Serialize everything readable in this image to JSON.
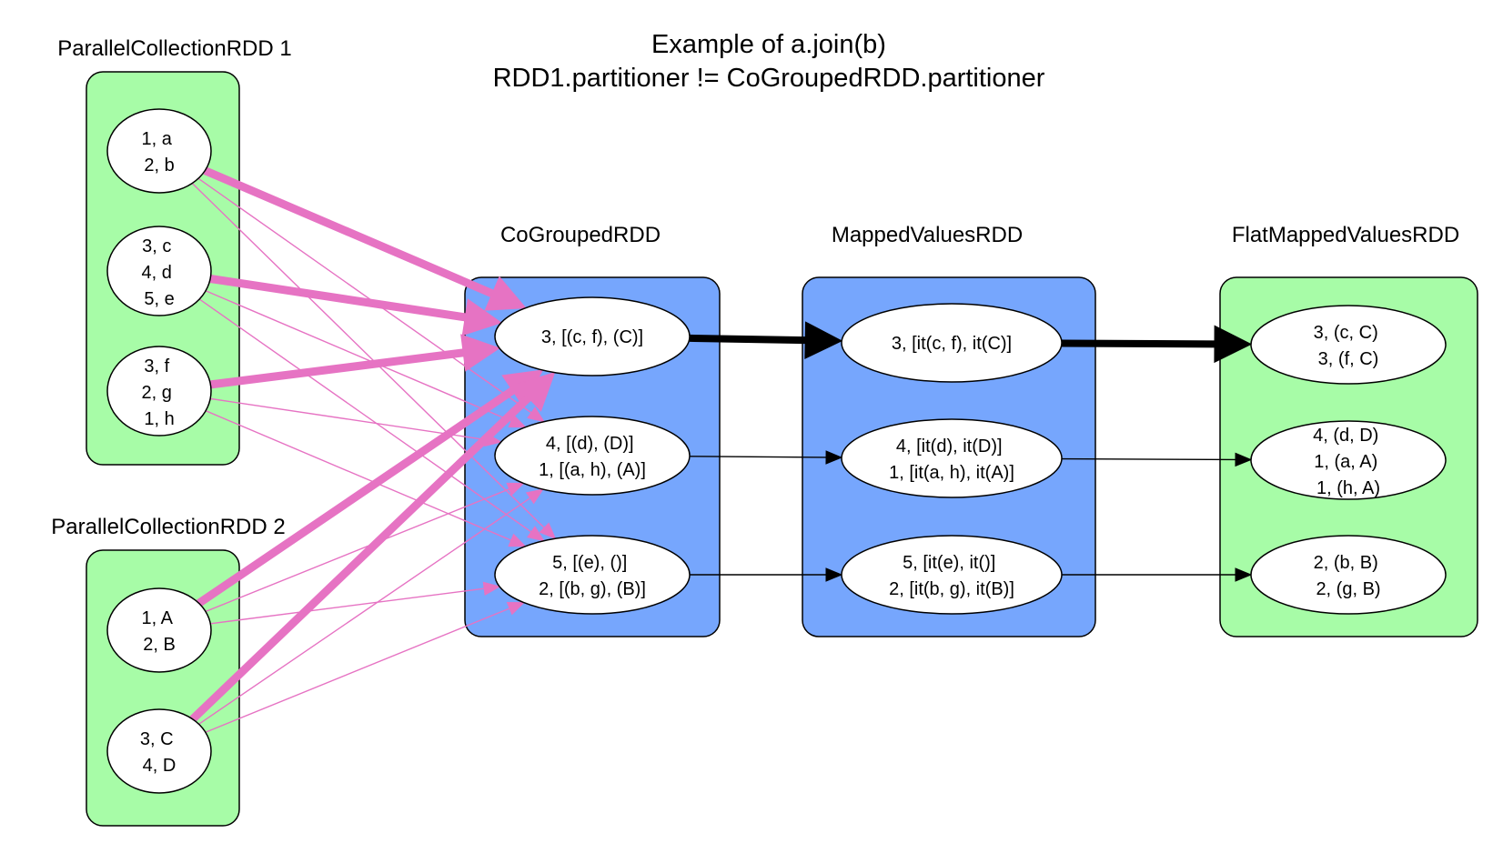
{
  "title": {
    "line1": "Example of a.join(b)",
    "line2": "RDD1.partitioner != CoGroupedRDD.partitioner"
  },
  "colors": {
    "green_box": "#a7fca7",
    "blue_box": "#76a6fd",
    "shuffle_edge": "#e673c3",
    "narrow_edge": "#000000"
  },
  "rdds": [
    {
      "id": "pc1",
      "label": "ParallelCollectionRDD 1",
      "color": "green",
      "partitions": [
        {
          "id": "pc1-p0",
          "lines": [
            "1, a",
            "2, b"
          ]
        },
        {
          "id": "pc1-p1",
          "lines": [
            "3, c",
            "4, d",
            "5, e"
          ]
        },
        {
          "id": "pc1-p2",
          "lines": [
            "3, f",
            "2, g",
            "1, h"
          ]
        }
      ]
    },
    {
      "id": "pc2",
      "label": "ParallelCollectionRDD 2",
      "color": "green",
      "partitions": [
        {
          "id": "pc2-p0",
          "lines": [
            "1, A",
            "2, B"
          ]
        },
        {
          "id": "pc2-p1",
          "lines": [
            "3, C",
            "4, D"
          ]
        }
      ]
    },
    {
      "id": "cg",
      "label": "CoGroupedRDD",
      "color": "blue",
      "partitions": [
        {
          "id": "cg-p0",
          "lines": [
            "3, [(c, f), (C)]"
          ]
        },
        {
          "id": "cg-p1",
          "lines": [
            "4, [(d), (D)]",
            "1, [(a, h), (A)]"
          ]
        },
        {
          "id": "cg-p2",
          "lines": [
            "5, [(e), ()]",
            "2, [(b, g), (B)]"
          ]
        }
      ]
    },
    {
      "id": "mv",
      "label": "MappedValuesRDD",
      "color": "blue",
      "partitions": [
        {
          "id": "mv-p0",
          "lines": [
            "3, [it(c, f), it(C)]"
          ]
        },
        {
          "id": "mv-p1",
          "lines": [
            "4, [it(d), it(D)]",
            "1, [it(a, h), it(A)]"
          ]
        },
        {
          "id": "mv-p2",
          "lines": [
            "5, [it(e), it()]",
            "2, [it(b, g), it(B)]"
          ]
        }
      ]
    },
    {
      "id": "fm",
      "label": "FlatMappedValuesRDD",
      "color": "green",
      "partitions": [
        {
          "id": "fm-p0",
          "lines": [
            "3, (c, C)",
            "3, (f, C)"
          ]
        },
        {
          "id": "fm-p1",
          "lines": [
            "4, (d, D)",
            "1, (a, A)",
            "1, (h, A)"
          ]
        },
        {
          "id": "fm-p2",
          "lines": [
            "2, (b, B)",
            "2, (g, B)"
          ]
        }
      ]
    }
  ],
  "edges": [
    {
      "from": "pc1-p0",
      "to": "cg-p0",
      "kind": "shuffle",
      "weight": "heavy"
    },
    {
      "from": "pc1-p0",
      "to": "cg-p1",
      "kind": "shuffle",
      "weight": "light"
    },
    {
      "from": "pc1-p0",
      "to": "cg-p2",
      "kind": "shuffle",
      "weight": "light"
    },
    {
      "from": "pc1-p1",
      "to": "cg-p0",
      "kind": "shuffle",
      "weight": "heavy"
    },
    {
      "from": "pc1-p1",
      "to": "cg-p1",
      "kind": "shuffle",
      "weight": "light"
    },
    {
      "from": "pc1-p1",
      "to": "cg-p2",
      "kind": "shuffle",
      "weight": "light"
    },
    {
      "from": "pc1-p2",
      "to": "cg-p0",
      "kind": "shuffle",
      "weight": "heavy"
    },
    {
      "from": "pc1-p2",
      "to": "cg-p1",
      "kind": "shuffle",
      "weight": "light"
    },
    {
      "from": "pc1-p2",
      "to": "cg-p2",
      "kind": "shuffle",
      "weight": "light"
    },
    {
      "from": "pc2-p0",
      "to": "cg-p0",
      "kind": "shuffle",
      "weight": "heavy"
    },
    {
      "from": "pc2-p0",
      "to": "cg-p1",
      "kind": "shuffle",
      "weight": "light"
    },
    {
      "from": "pc2-p0",
      "to": "cg-p2",
      "kind": "shuffle",
      "weight": "light"
    },
    {
      "from": "pc2-p1",
      "to": "cg-p0",
      "kind": "shuffle",
      "weight": "heavy"
    },
    {
      "from": "pc2-p1",
      "to": "cg-p1",
      "kind": "shuffle",
      "weight": "light"
    },
    {
      "from": "pc2-p1",
      "to": "cg-p2",
      "kind": "shuffle",
      "weight": "light"
    },
    {
      "from": "cg-p0",
      "to": "mv-p0",
      "kind": "narrow",
      "weight": "heavy"
    },
    {
      "from": "cg-p1",
      "to": "mv-p1",
      "kind": "narrow",
      "weight": "light"
    },
    {
      "from": "cg-p2",
      "to": "mv-p2",
      "kind": "narrow",
      "weight": "light"
    },
    {
      "from": "mv-p0",
      "to": "fm-p0",
      "kind": "narrow",
      "weight": "heavy"
    },
    {
      "from": "mv-p1",
      "to": "fm-p1",
      "kind": "narrow",
      "weight": "light"
    },
    {
      "from": "mv-p2",
      "to": "fm-p2",
      "kind": "narrow",
      "weight": "light"
    }
  ]
}
